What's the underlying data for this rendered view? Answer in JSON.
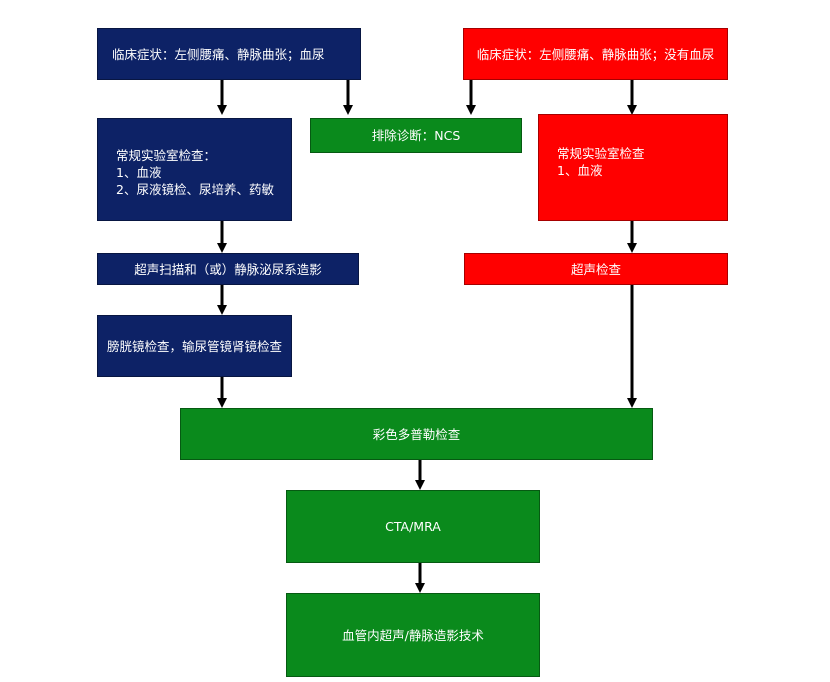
{
  "nodes": {
    "symptoms_hematuria": "临床症状：左侧腰痛、静脉曲张；血尿",
    "symptoms_no_hematuria": "临床症状：左侧腰痛、静脉曲张；没有血尿",
    "exclusion": "排除诊断：NCS",
    "lab_left": [
      "常规实验室检查：",
      "1、血液",
      "2、尿液镜检、尿培养、药敏"
    ],
    "lab_right": [
      "常规实验室检查",
      "1、血液"
    ],
    "ultrasound_urography": "超声扫描和（或）静脉泌尿系造影",
    "ultrasound": "超声检查",
    "cystoscopy": "膀胱镜检查，输尿管镜肾镜检查",
    "doppler": "彩色多普勒检查",
    "cta_mra": "CTA/MRA",
    "ivus_venography": "血管内超声/静脉造影技术"
  },
  "colors": {
    "blue": "#0d2266",
    "red": "#ff0000",
    "green": "#0a8a1c",
    "arrow": "#000000"
  }
}
